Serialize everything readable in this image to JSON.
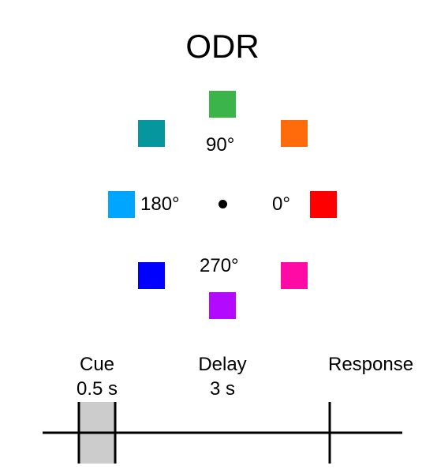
{
  "title": "ODR",
  "angles": {
    "deg90": "90°",
    "deg180": "180°",
    "deg0": "0°",
    "deg270": "270°"
  },
  "targets": [
    {
      "name": "target-90",
      "color": "#3bb54a"
    },
    {
      "name": "target-45",
      "color": "#ff6a0a"
    },
    {
      "name": "target-0",
      "color": "#ff0000"
    },
    {
      "name": "target-315",
      "color": "#ff0aa5"
    },
    {
      "name": "target-270",
      "color": "#b30aff"
    },
    {
      "name": "target-225",
      "color": "#0000ff"
    },
    {
      "name": "target-180",
      "color": "#00a5ff"
    },
    {
      "name": "target-135",
      "color": "#05979d"
    }
  ],
  "timeline": {
    "cue_label": "Cue",
    "cue_duration": "0.5 s",
    "delay_label": "Delay",
    "delay_duration": "3 s",
    "response_label": "Response",
    "cue_fill": "#cccccc"
  }
}
